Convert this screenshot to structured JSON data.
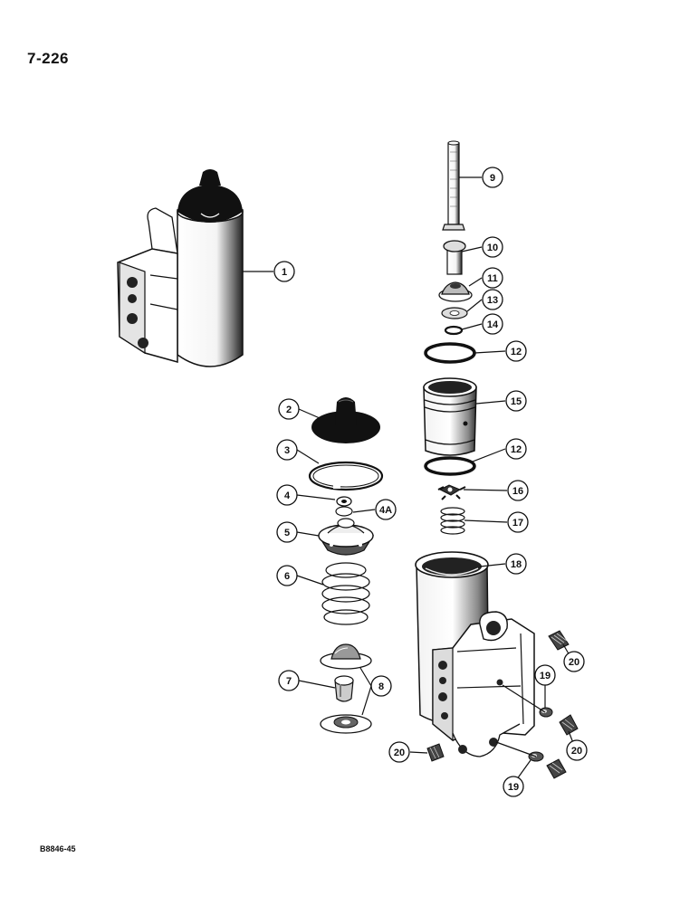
{
  "page": {
    "number": "7-226",
    "figure_code": "B8846-45"
  },
  "callouts": [
    {
      "id": "c1",
      "text": "1"
    },
    {
      "id": "c2",
      "text": "2"
    },
    {
      "id": "c3",
      "text": "3"
    },
    {
      "id": "c4",
      "text": "4"
    },
    {
      "id": "c4a",
      "text": "4A"
    },
    {
      "id": "c5",
      "text": "5"
    },
    {
      "id": "c6",
      "text": "6"
    },
    {
      "id": "c7",
      "text": "7"
    },
    {
      "id": "c8",
      "text": "8"
    },
    {
      "id": "c9",
      "text": "9"
    },
    {
      "id": "c10",
      "text": "10"
    },
    {
      "id": "c11",
      "text": "11"
    },
    {
      "id": "c12a",
      "text": "12"
    },
    {
      "id": "c12b",
      "text": "12"
    },
    {
      "id": "c13",
      "text": "13"
    },
    {
      "id": "c14",
      "text": "14"
    },
    {
      "id": "c15",
      "text": "15"
    },
    {
      "id": "c16",
      "text": "16"
    },
    {
      "id": "c17",
      "text": "17"
    },
    {
      "id": "c18",
      "text": "18"
    },
    {
      "id": "c19a",
      "text": "19"
    },
    {
      "id": "c19b",
      "text": "19"
    },
    {
      "id": "c20a",
      "text": "20"
    },
    {
      "id": "c20b",
      "text": "20"
    },
    {
      "id": "c20c",
      "text": "20"
    }
  ]
}
